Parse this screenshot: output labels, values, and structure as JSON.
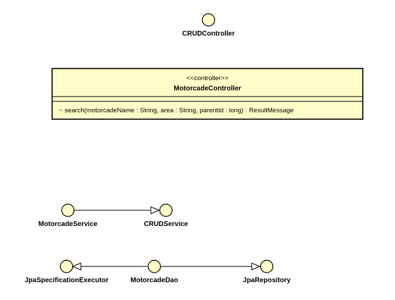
{
  "colors": {
    "class_fill": "#fffec8",
    "interface_fill": "#fffec8",
    "line": "#000000"
  },
  "interfaces": {
    "crud_controller": "CRUDController",
    "motorcade_service": "MotorcadeService",
    "crud_service": "CRUDService",
    "jpa_specification_executor": "JpaSpecificationExecutor",
    "motorcade_dao": "MotorcadeDao",
    "jpa_repository": "JpaRepository"
  },
  "motorcade_controller": {
    "stereotype": "<<controller>>",
    "name": "MotorcadeController",
    "operations": [
      "~ search(motorcadeName : String, area : String, parentId : long) : ResultMessage"
    ]
  },
  "relationships": [
    {
      "from": "MotorcadeService",
      "to": "CRUDService",
      "kind": "realization"
    },
    {
      "from": "MotorcadeDao",
      "to": "JpaSpecificationExecutor",
      "kind": "realization"
    },
    {
      "from": "MotorcadeDao",
      "to": "JpaRepository",
      "kind": "realization"
    }
  ]
}
